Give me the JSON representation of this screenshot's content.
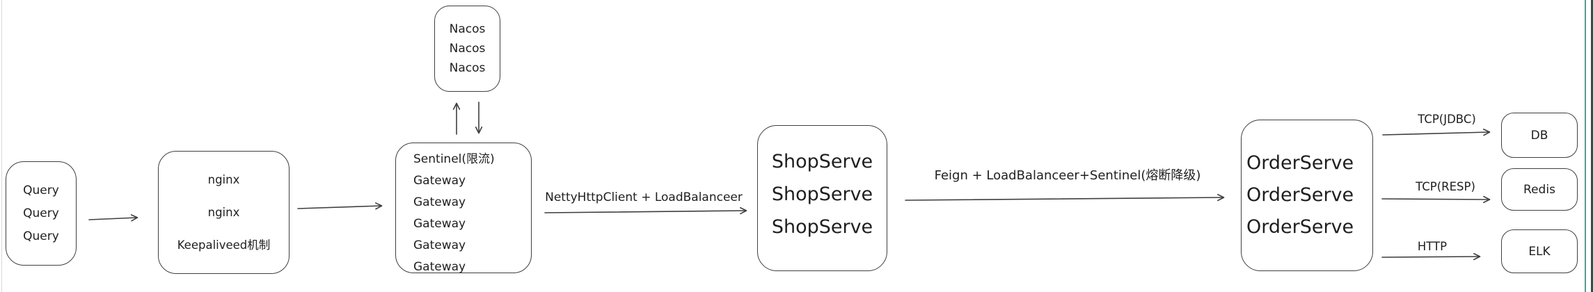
{
  "app": {
    "background": "#ffffff",
    "stroke_color": "#3f3f3f",
    "text_color": "#1f1f1f",
    "accent_teal": "#35aaa2",
    "window_edge_color": "#3c4a47"
  },
  "nodes": {
    "query": {
      "lines": [
        "Query",
        "Query",
        "Query"
      ]
    },
    "nginx": {
      "lines": [
        "nginx",
        "nginx",
        "Keepaliveed机制"
      ]
    },
    "nacos": {
      "lines": [
        "Nacos",
        "Nacos",
        "Nacos"
      ]
    },
    "gateway": {
      "lines": [
        "Sentinel(限流)",
        "Gateway",
        "Gateway",
        "Gateway",
        "Gateway",
        "Gateway"
      ]
    },
    "shop_serve": {
      "lines": [
        "ShopServe",
        "ShopServe",
        "ShopServe"
      ]
    },
    "order_serve": {
      "lines": [
        "OrderServe",
        "OrderServe",
        "OrderServe"
      ]
    },
    "db": {
      "label": "DB"
    },
    "redis": {
      "label": "Redis"
    },
    "elk": {
      "label": "ELK"
    }
  },
  "edges": {
    "gateway_to_shop": {
      "label": "NettyHttpClient + LoadBalanceer"
    },
    "shop_to_order": {
      "label": "Feign + LoadBalanceer+Sentinel(熔断降级)"
    },
    "order_to_db": {
      "label": "TCP(JDBC)"
    },
    "order_to_redis": {
      "label": "TCP(RESP)"
    },
    "order_to_elk": {
      "label": "HTTP"
    }
  }
}
